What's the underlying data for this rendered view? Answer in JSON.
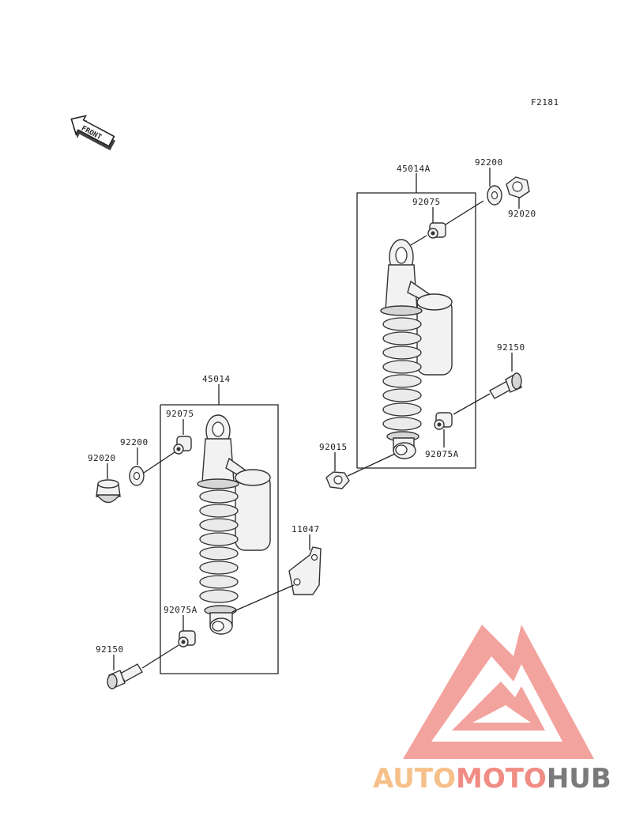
{
  "figure_code": "F2181",
  "front_label": "FRONT",
  "assembly_left": {
    "part_no": "45014",
    "callouts": {
      "bushing_top": "92075",
      "washer": "92200",
      "cap_nut": "92020",
      "bracket": "11047",
      "bushing_bottom": "92075A",
      "bolt": "92150"
    }
  },
  "assembly_right": {
    "part_no": "45014A",
    "callouts": {
      "washer": "92200",
      "cap_nut": "92020",
      "bushing_top": "92075",
      "bolt": "92150",
      "nut": "92015",
      "bushing_bottom": "92075A"
    }
  },
  "watermark": {
    "part1": "AUTO",
    "part2": "MOTO",
    "part3": "HUB",
    "colors": {
      "auto": "#f6c08a",
      "moto": "#f08c84",
      "hub": "#7a7a7a",
      "logo": "#f29a94"
    }
  }
}
